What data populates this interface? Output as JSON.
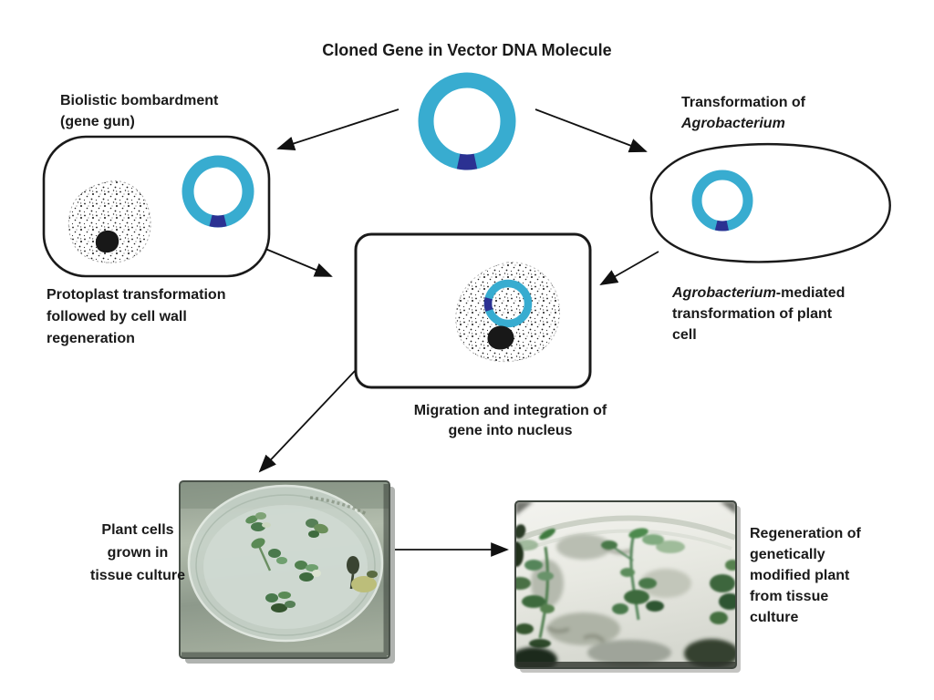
{
  "title": "Cloned Gene in Vector DNA Molecule",
  "labels": {
    "biolistic": {
      "line1": "Biolistic bombardment",
      "line2": "(gene gun)"
    },
    "protoplast": {
      "line1": "Protoplast transformation",
      "line2": "followed by cell wall",
      "line3": "regeneration"
    },
    "agro_transformation": {
      "line1": "Transformation of",
      "line2_italic": "Agrobacterium"
    },
    "agro_mediated": {
      "italic": "Agrobacterium",
      "rest": "-mediated",
      "line2": "transformation of plant",
      "line3": "cell"
    },
    "migration": {
      "line1": "Migration and integration of",
      "line2": "gene into nucleus"
    },
    "plant_cells": {
      "line1": "Plant cells",
      "line2": "grown in",
      "line3": "tissue culture"
    },
    "regeneration": {
      "line1": "Regeneration of",
      "line2": "genetically",
      "line3": "modified plant",
      "line4": "from tissue",
      "line5": "culture"
    }
  },
  "colors": {
    "plasmid_ring": "#38ACD0",
    "gene_insert": "#2B3192",
    "outline": "#1A1A1A",
    "arrow": "#111111",
    "background": "#FFFFFF"
  },
  "graphics": {
    "plasmid_icon": "cyan DNA ring with dark-blue cloned gene insert",
    "protoplast_icon": "speckled cell blob with black nucleus",
    "bacterium_icon": "hand-drawn oval Agrobacterium outline",
    "petri_dish_photo": "plantlets in glass petri dish on metal bench",
    "regenerated_plant_photo": "green plantlets growing in tissue-culture vessel"
  }
}
